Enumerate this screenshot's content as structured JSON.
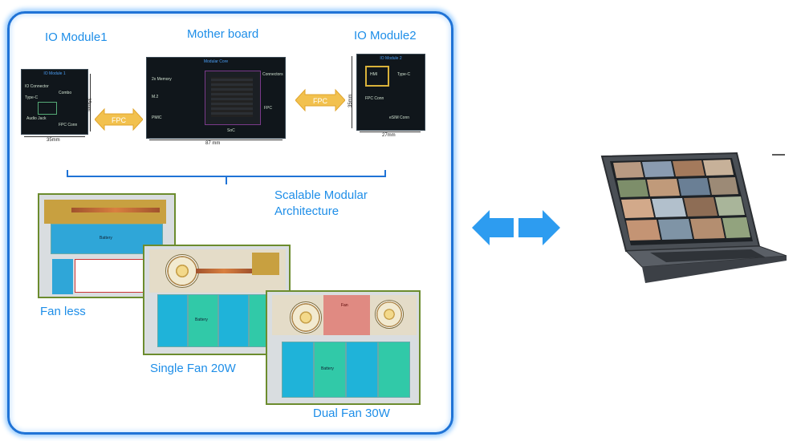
{
  "titles": {
    "io_module1": "IO Module1",
    "motherboard": "Mother board",
    "io_module2": "IO Module2",
    "scalable": "Scalable Modular",
    "architecture": "Architecture",
    "fan_less": "Fan less",
    "single_fan": "Single Fan 20W",
    "dual_fan": "Dual Fan 30W"
  },
  "boards": {
    "io1": {
      "header": "IO Module 1",
      "width_dim": "35mm",
      "height_dim": "35mm",
      "labels": [
        "IO Connector",
        "Type-C",
        "Combo",
        "Audio Jack",
        "FPC Conn"
      ]
    },
    "mb": {
      "header": "Modular Core",
      "width_dim": "87 mm",
      "labels": [
        "2x Memory",
        "M.2",
        "SoC",
        "Connectors",
        "FPC",
        "PMIC"
      ]
    },
    "io2": {
      "header": "IO Module 2",
      "width_dim": "27mm",
      "height_dim": "35mm",
      "labels": [
        "HMI",
        "Type-C",
        "FPC Conn",
        "eSIM Conn"
      ]
    }
  },
  "connectors": {
    "fpc_left": "FPC",
    "fpc_right": "FPC"
  },
  "chassis_labels": {
    "battery": "Battery",
    "fan": "Fan"
  },
  "colors": {
    "accent": "#1e8ee8",
    "border": "#1f73d6",
    "fpc": "#f2c14e",
    "arrow": "#2d9cf0"
  }
}
